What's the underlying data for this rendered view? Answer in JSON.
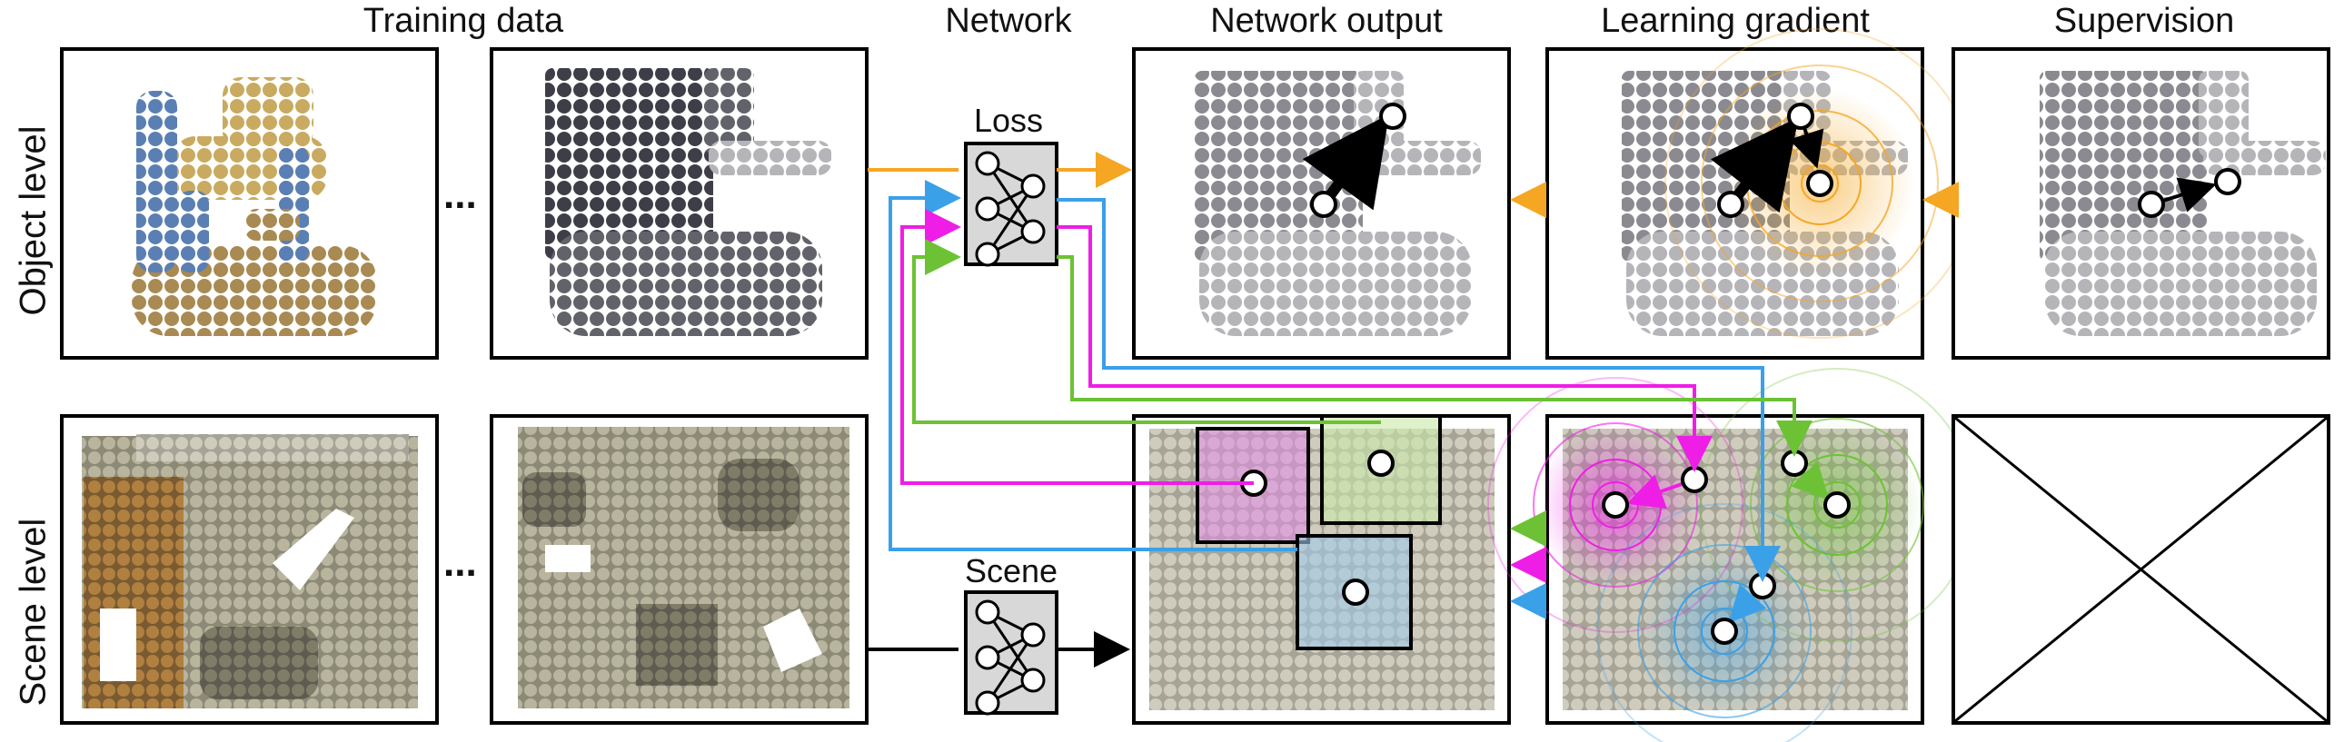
{
  "headers": {
    "training_data": "Training data",
    "network": "Network",
    "network_output": "Network output",
    "learning_gradient": "Learning gradient",
    "supervision": "Supervision"
  },
  "rows": {
    "object_level": "Object level",
    "scene_level": "Scene level"
  },
  "networks": {
    "loss": "Loss",
    "scene": "Scene"
  },
  "ellipsis": "...",
  "colors": {
    "orange": "#f5a623",
    "blue": "#3aa0e8",
    "magenta": "#ee1ee6",
    "green": "#6cc234",
    "black": "#000000"
  }
}
